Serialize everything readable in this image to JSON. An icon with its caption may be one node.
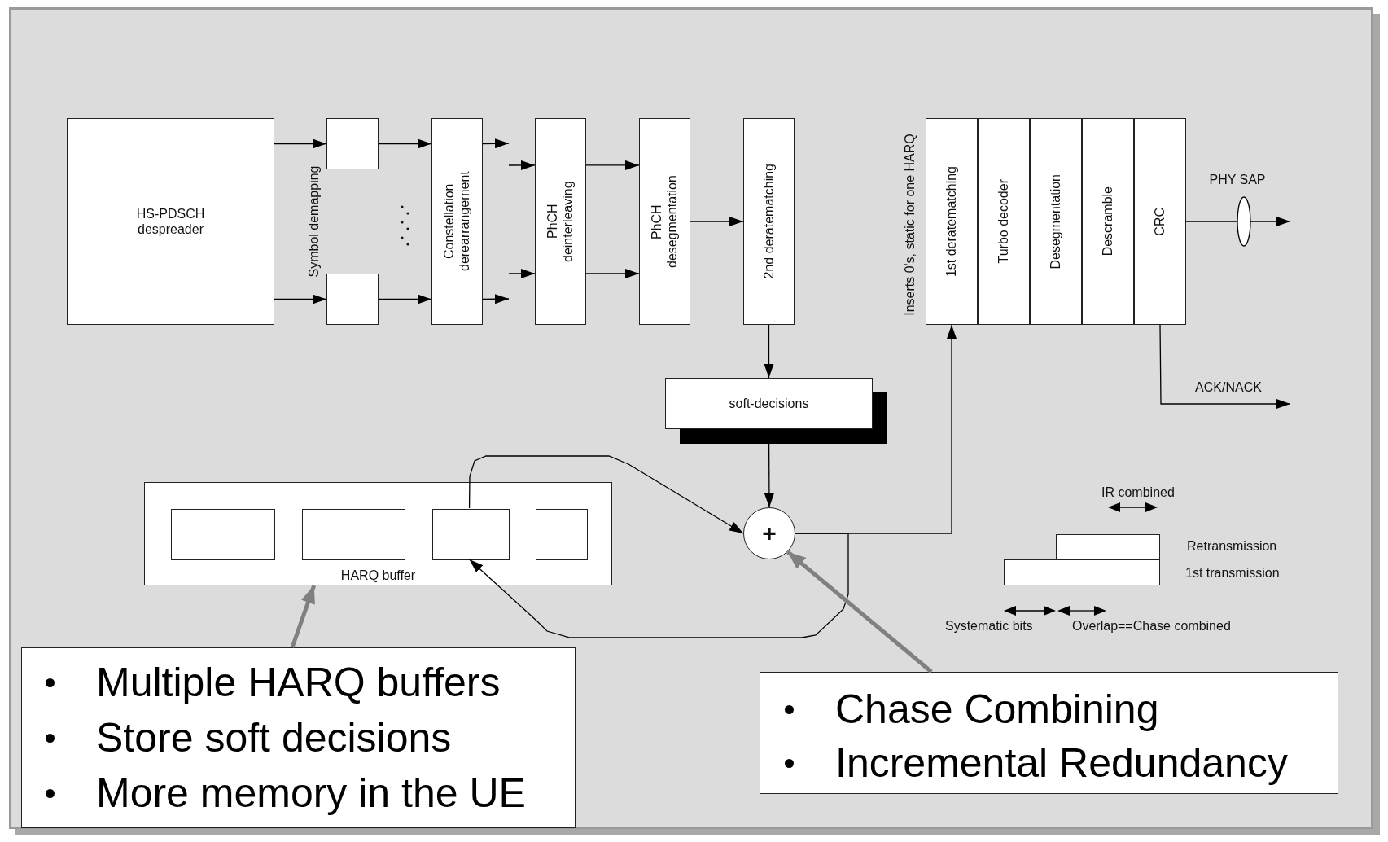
{
  "diagram": {
    "nodes": [
      {
        "text": [
          "HS-PDSCH despreader"
        ]
      },
      {
        "text": [],
        "shape": "box"
      },
      {
        "text": [],
        "shape": "box"
      },
      {
        "text": [
          "Constellation derearrangement"
        ]
      },
      {
        "text": [
          "PhCH deinterleaving"
        ]
      },
      {
        "text": [
          "PhCH desegmentation"
        ]
      },
      {
        "text": [
          "2nd deratematching"
        ]
      },
      {
        "text": [
          "1st deratematching"
        ],
        "beside": [
          "Inserts 0's, static for one HARQ"
        ]
      },
      {
        "text": [
          "Turbo decoder"
        ]
      },
      {
        "text": [
          "Desegmentation"
        ]
      },
      {
        "text": [
          "Descramble"
        ]
      },
      {
        "text": [
          "CRC"
        ]
      },
      {
        "text": [
          "soft-decisions"
        ]
      },
      {
        "text": [
          "+"
        ]
      },
      {
        "text": [
          "HARQ buffer"
        ]
      },
      {
        "text": [],
        "shape": "box",
        "in": 14
      },
      {
        "text": [],
        "shape": "box",
        "in": 14
      },
      {
        "text": [],
        "shape": "box",
        "in": 14
      },
      {
        "text": [],
        "shape": "box",
        "in": 14
      },
      {
        "text": [
          "Multiple HARQ buffers",
          "Store soft decisions",
          "More memory in the UE"
        ]
      },
      {
        "text": [
          "Chase Combining",
          "Incremental Redundancy"
        ]
      },
      {
        "text": [],
        "shape": "box",
        "beside": [
          "Retransmission"
        ]
      },
      {
        "text": [],
        "shape": "box",
        "beside": [
          "1st transmission"
        ]
      }
    ],
    "edges": [
      {
        "from": 0,
        "to": 1,
        "arrow": "to"
      },
      {
        "from": 0,
        "to": 2,
        "arrow": "to"
      },
      {
        "from": 1,
        "to": 3,
        "arrow": "to"
      },
      {
        "from": 2,
        "to": 3,
        "arrow": "to"
      },
      {
        "from": 3,
        "to": null,
        "arrow": "to"
      },
      {
        "from": 3,
        "to": null,
        "arrow": "to"
      },
      {
        "from": null,
        "to": 4,
        "arrow": "to"
      },
      {
        "from": null,
        "to": 4,
        "arrow": "to"
      },
      {
        "from": 4,
        "to": 5,
        "arrow": "to"
      },
      {
        "from": 4,
        "to": 5,
        "arrow": "to"
      },
      {
        "from": 5,
        "to": 6,
        "arrow": "to"
      },
      {
        "from": 6,
        "to": 12,
        "arrow": "to"
      },
      {
        "from": 12,
        "to": 13,
        "arrow": "to"
      },
      {
        "from": 13,
        "to": 7,
        "arrow": "to"
      },
      {
        "from": 17,
        "to": 13,
        "arrow": "to"
      },
      {
        "from": 13,
        "to": 17,
        "arrow": "to"
      },
      {
        "from": 11,
        "to": null,
        "arrow": "to",
        "label": "PHY SAP"
      },
      {
        "from": 11,
        "to": null,
        "arrow": "to",
        "label": "ACK/NACK"
      },
      {
        "from": 19,
        "to": 14,
        "arrow": "to",
        "style": "thick",
        "color": "#808080"
      },
      {
        "from": 20,
        "to": 13,
        "arrow": "to",
        "style": "thick",
        "color": "#808080"
      }
    ],
    "labels": [
      "Symbol demapping",
      "IR combined",
      "Systematic bits",
      "Overlap==Chase combined"
    ]
  }
}
